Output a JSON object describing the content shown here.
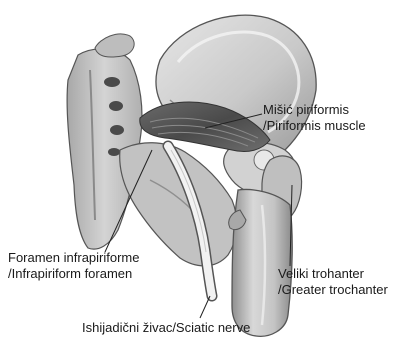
{
  "labels": {
    "piriformis": {
      "line1": "Mišić piriformis",
      "line2": "/Piriformis muscle"
    },
    "foramen": {
      "line1": "Foramen infrapiriforme",
      "line2": "/Infrapiriform foramen"
    },
    "trochanter": {
      "line1": "Veliki trohanter",
      "line2": "/Greater trochanter"
    },
    "sciatic": {
      "line1": "Ishijadični živac/Sciatic nerve"
    }
  },
  "colors": {
    "bone_fill": "#cfcfcf",
    "bone_shadow": "#9e9e9e",
    "bone_dark": "#6f6f6f",
    "bone_light": "#eeeeee",
    "muscle": "#5a5a5a",
    "nerve": "#f2f2f2",
    "leader_line": "#222222"
  }
}
